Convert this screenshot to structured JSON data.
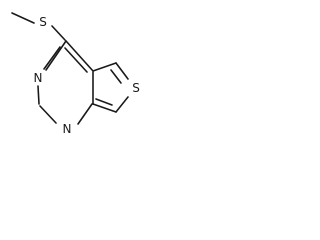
{
  "molecule": {
    "atoms": {
      "sulfur_methyl": "S",
      "nitrogen_upper": "N",
      "nitrogen_lower": "N",
      "sulfur_ring": "S"
    }
  },
  "colors": {
    "bond": "#1a1a1a",
    "label": "#1a1a1a",
    "background": "#ffffff"
  }
}
